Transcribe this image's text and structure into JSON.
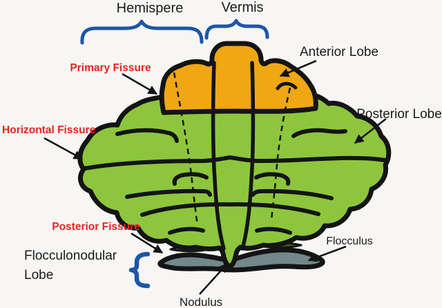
{
  "diagram": {
    "labels": {
      "hemisphere": "Hemispere",
      "vermis": "Vermis",
      "primary_fissure": "Primary Fissure",
      "horizontal_fissure": "Horizontal Fissure",
      "posterior_fissure": "Posterior Fissure",
      "anterior_lobe": "Anterior Lobe",
      "posterior_lobe": "Posterior Lobe",
      "flocculonodular_line1": "Flocculonodular",
      "flocculonodular_line2": "Lobe",
      "flocculus": "Flocculus",
      "nodulus": "Nodulus"
    },
    "colors": {
      "background": "#f7f6f4",
      "posterior_lobe_green": "#8dc63c",
      "anterior_lobe_orange": "#efa713",
      "flocculonodular_gray": "#73888b",
      "fissure_slit_olive": "#55551a",
      "outline_black": "#141414",
      "label_black": "#1a1a1a",
      "fissure_label_red": "#e62421",
      "brace_blue": "#1d56a8"
    }
  }
}
